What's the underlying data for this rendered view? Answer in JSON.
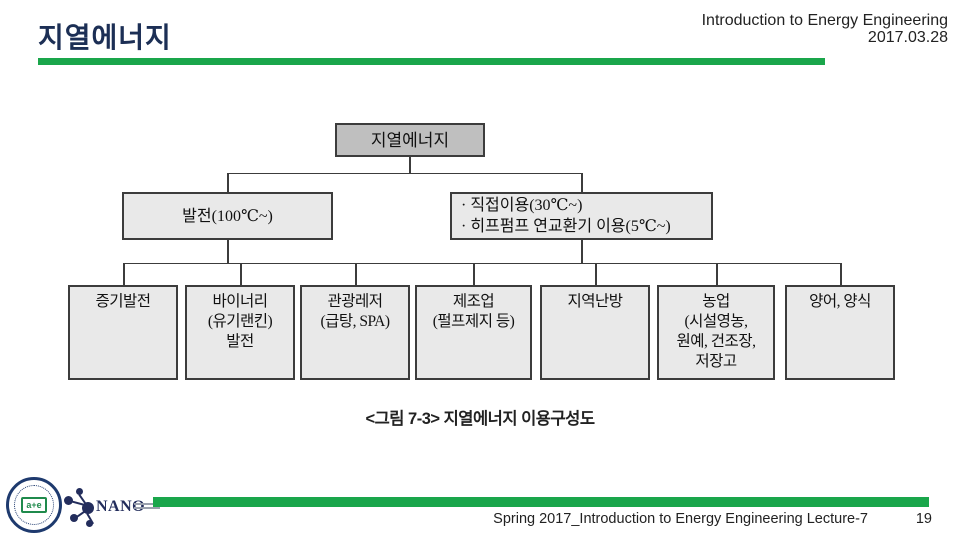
{
  "header": {
    "title": "지열에너지",
    "course": "Introduction to Energy Engineering",
    "date": "2017.03.28"
  },
  "diagram": {
    "root_label": "지열에너지",
    "branch_power": {
      "lines": [
        "발전(100℃~)"
      ]
    },
    "branch_direct": {
      "lines": [
        "· 직접이용(30℃~)",
        "· 히프펌프 연교환기 이용(5℃~)"
      ]
    },
    "leaves": [
      {
        "lines": [
          "증기발전"
        ]
      },
      {
        "lines": [
          "바이너리",
          "(유기랜킨)",
          "발전"
        ]
      },
      {
        "lines": [
          "관광레저",
          "(급탕, SPA)"
        ]
      },
      {
        "lines": [
          "제조업",
          "(펄프제지 등)"
        ]
      },
      {
        "lines": [
          "지역난방"
        ]
      },
      {
        "lines": [
          "농업",
          "(시설영농,",
          "원예, 건조장,",
          "저장고"
        ]
      },
      {
        "lines": [
          "양어, 양식"
        ]
      }
    ],
    "caption": "<그림 7-3> 지열에너지 이용구성도"
  },
  "footer": {
    "lecture_line": "Spring 2017_Introduction to Energy Engineering Lecture-7",
    "page_number": "19",
    "nano_logo_text": "NANO",
    "seal_emblem_text": "a+e"
  },
  "colors": {
    "accent_green": "#1aa64b",
    "title_navy": "#1c2f55",
    "box_fill_root": "#bfbfbf",
    "box_fill_child": "#e9e9e9",
    "box_border": "#3c3c3c",
    "logo_navy": "#232d5c"
  }
}
